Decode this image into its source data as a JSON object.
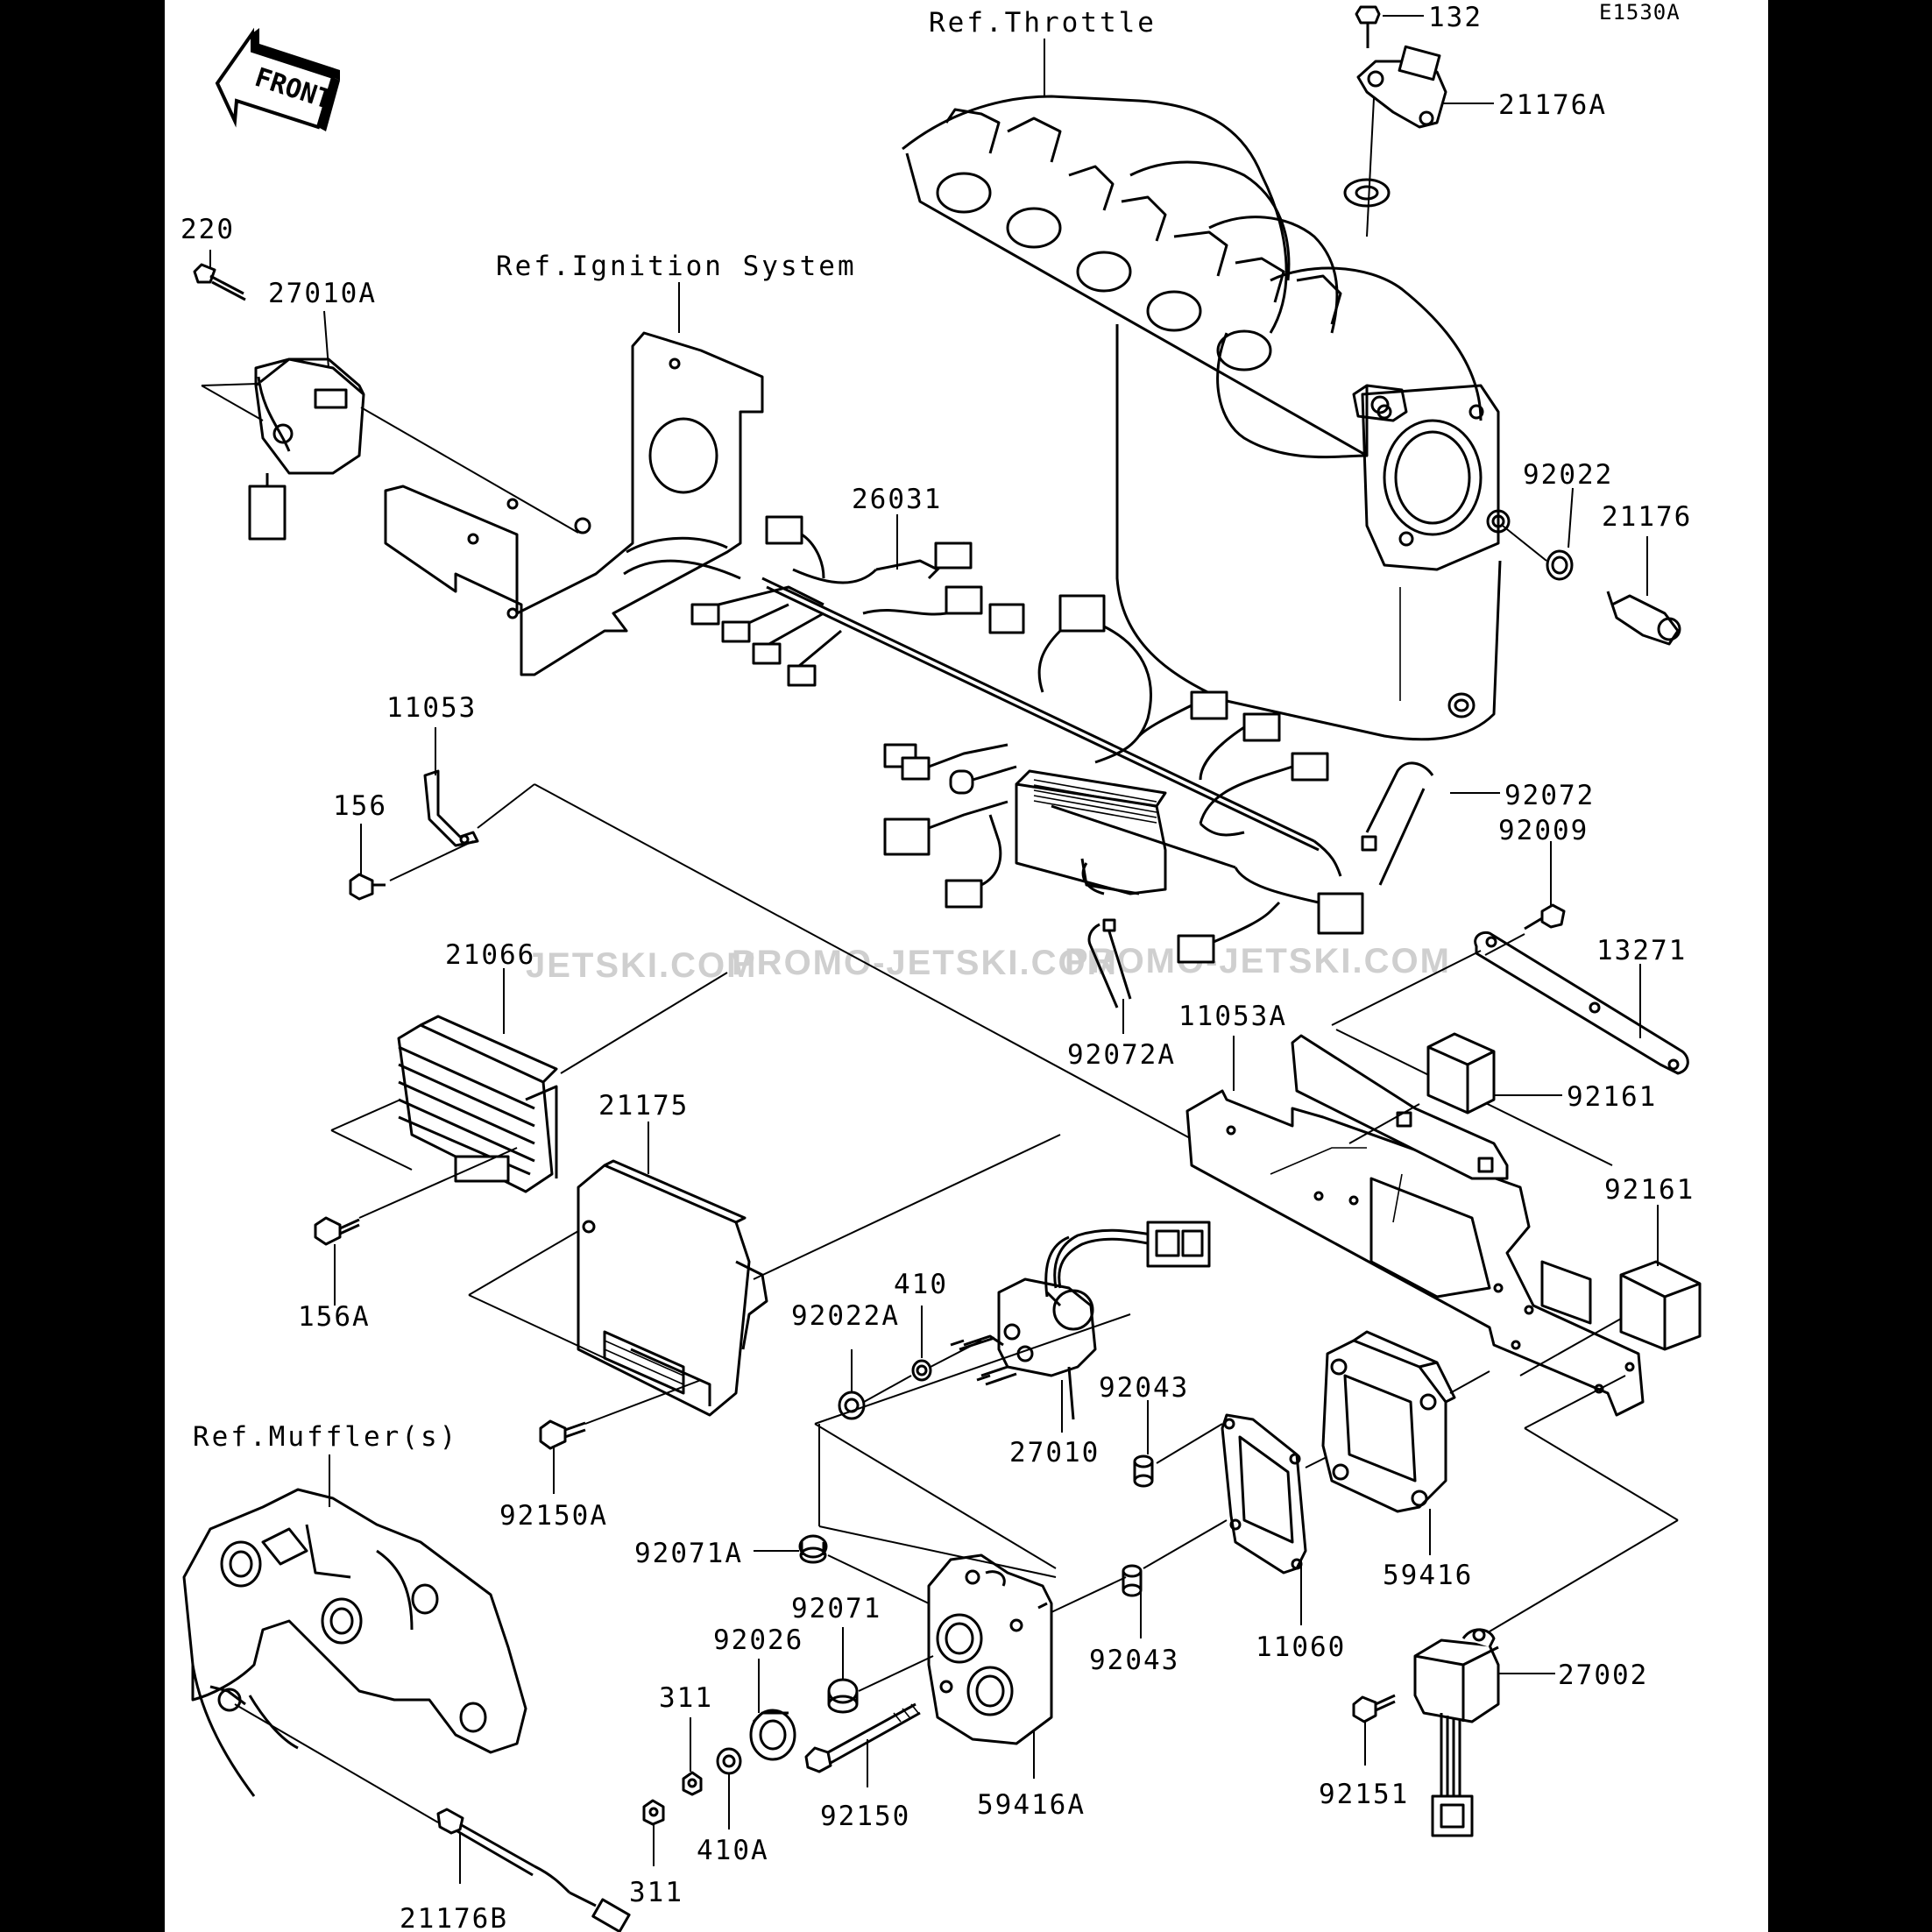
{
  "diagram": {
    "code": "E1530A",
    "front_label": "FRONT",
    "watermarks": [
      "JETSKI.COM",
      "PROMO-JETSKI.COM",
      "PROMO-JETSKI.COM"
    ],
    "references": {
      "throttle": "Ref.Throttle",
      "ignition": "Ref.Ignition System",
      "muffler": "Ref.Muffler(s)"
    },
    "parts": {
      "p132": "132",
      "p21176A": "21176A",
      "p220": "220",
      "p27010A": "27010A",
      "p26031": "26031",
      "p92022": "92022",
      "p21176": "21176",
      "p11053": "11053",
      "p156": "156",
      "p92072": "92072",
      "p92009": "92009",
      "p21066": "21066",
      "p13271": "13271",
      "p92072A": "92072A",
      "p11053A": "11053A",
      "p92161a": "92161",
      "p21175": "21175",
      "p92161b": "92161",
      "p156A": "156A",
      "p410a": "410",
      "p92022A": "92022A",
      "p92043a": "92043",
      "p27010": "27010",
      "p92150A": "92150A",
      "p92071A": "92071A",
      "p59416": "59416",
      "p92071": "92071",
      "p92043b": "92043",
      "p11060": "11060",
      "p92026": "92026",
      "p27002": "27002",
      "p311a": "311",
      "p311b": "311",
      "p410A": "410A",
      "p92150": "92150",
      "p59416A": "59416A",
      "p92151": "92151",
      "p21176B": "21176B"
    }
  }
}
